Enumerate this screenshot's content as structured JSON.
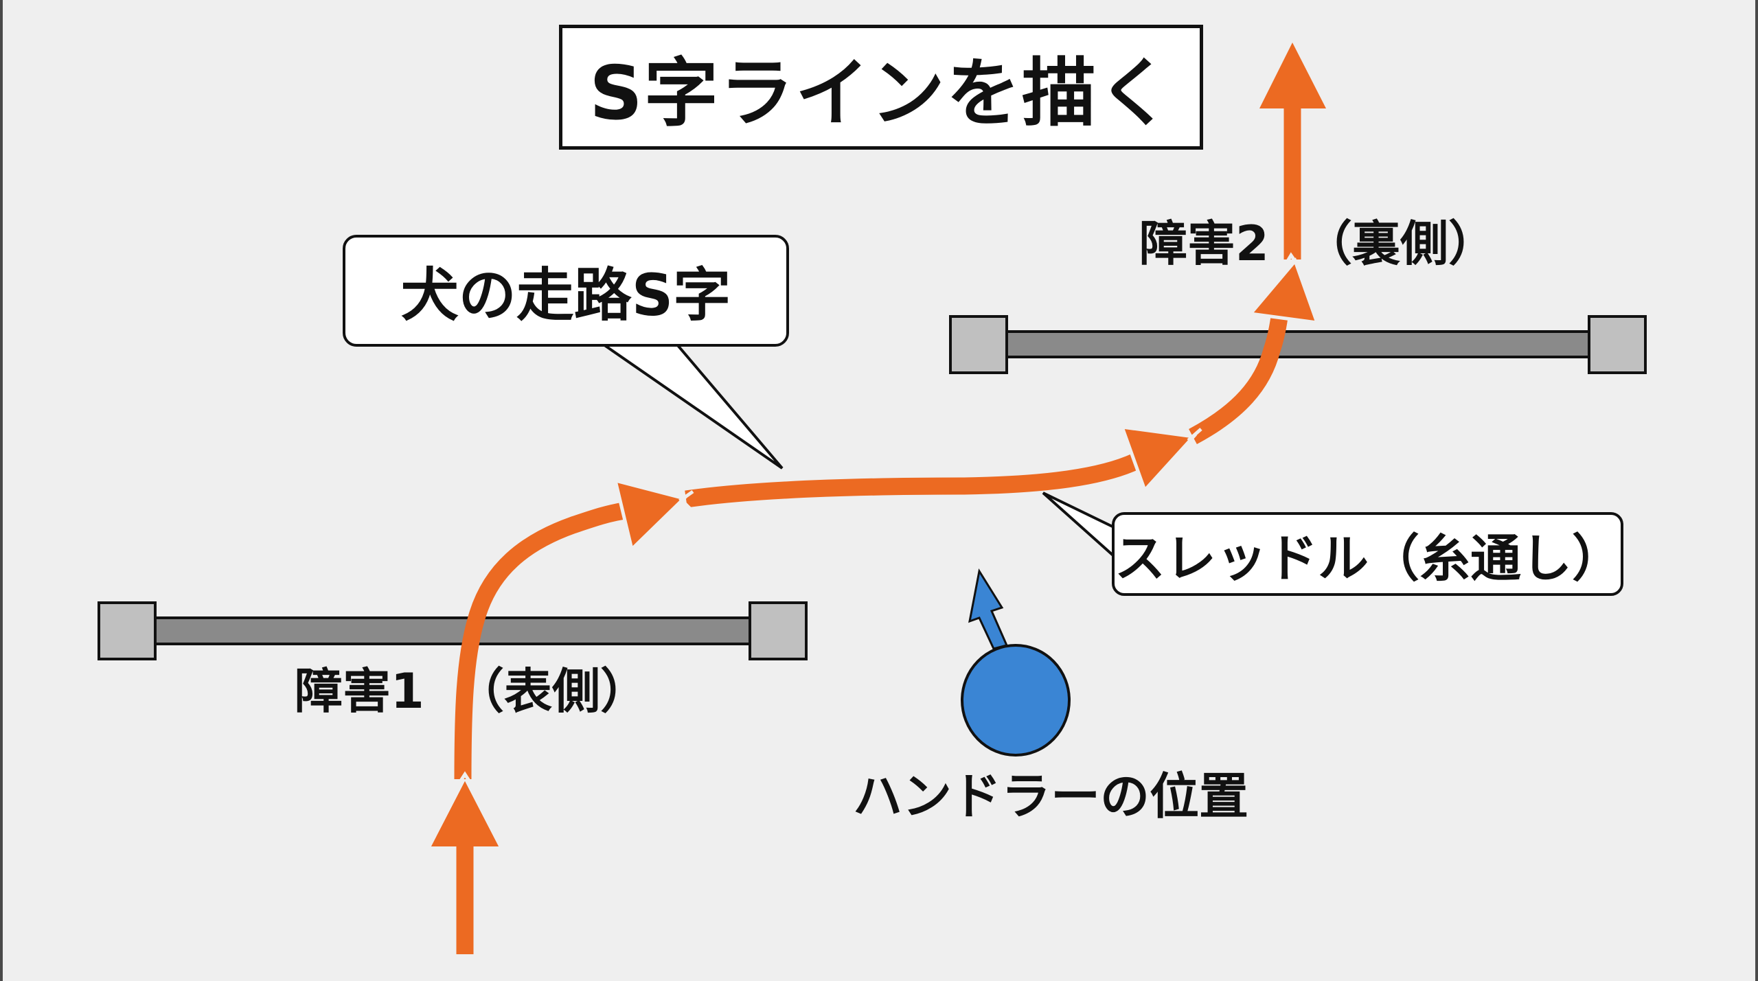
{
  "title": "S字ラインを描く",
  "callouts": {
    "dog_path": "犬の走路S字",
    "threadle": "スレッドル（糸通し）"
  },
  "obstacles": [
    {
      "name": "障害1",
      "side": "（表側）"
    },
    {
      "name": "障害2",
      "side": "（裏側）"
    }
  ],
  "handler": {
    "label": "ハンドラーの位置"
  },
  "colors": {
    "background": "#efefef",
    "path": "#ec6a22",
    "handler": "#3a85d4",
    "bar": "#8a8a8a",
    "post": "#c0c0c0",
    "ink": "#111111"
  }
}
